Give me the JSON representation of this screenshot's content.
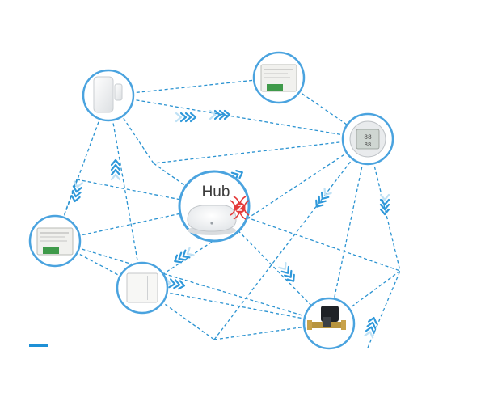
{
  "hub": {
    "label": "Hub"
  },
  "colors": {
    "link": "#2b93d1",
    "ring": "#4aa3df",
    "arrow": "#2f98da",
    "arrow_fade": "#bfe1f5",
    "accent": "#1e90d6",
    "zigbee_red": "#e43b3b"
  },
  "devices": [
    {
      "id": "hub",
      "icon": "hub-icon"
    },
    {
      "id": "door-sensor",
      "icon": "door-sensor-icon"
    },
    {
      "id": "switch-module-top",
      "icon": "switch-module-icon"
    },
    {
      "id": "temp-humidity-sensor",
      "icon": "thermometer-display-icon"
    },
    {
      "id": "switch-module-left",
      "icon": "switch-module-icon"
    },
    {
      "id": "wall-switch",
      "icon": "wall-switch-icon"
    },
    {
      "id": "valve-controller",
      "icon": "valve-controller-icon"
    }
  ]
}
